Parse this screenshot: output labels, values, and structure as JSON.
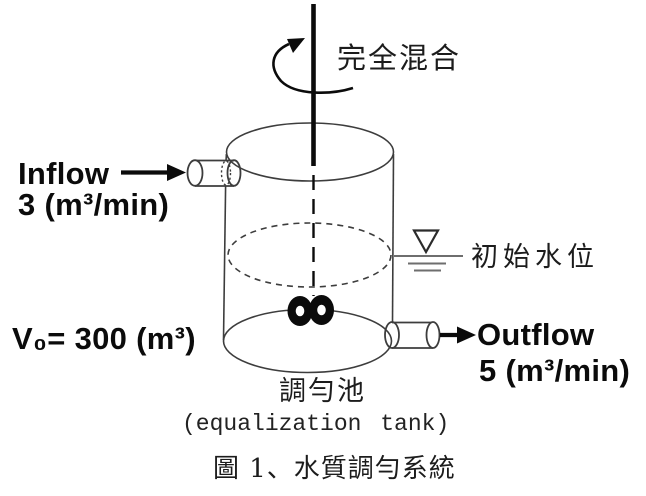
{
  "figure": {
    "mixing_label": "完全混合",
    "inflow": {
      "name": "Inflow",
      "rate": "3 (m³/min)"
    },
    "tank": {
      "water_level_label": "初始水位",
      "volume": "V₀= 300 (m³)",
      "name_zh": "調勻池",
      "name_en": "(equalization tank)"
    },
    "outflow": {
      "name": "Outflow",
      "rate": "5 (m³/min)"
    },
    "caption": "圖 1、水質調勻系統"
  },
  "colors": {
    "ink": "#0b0b0b",
    "outline": "#3d3d3d",
    "water_line_gray": "#6e6e6e",
    "background": "#ffffff"
  }
}
